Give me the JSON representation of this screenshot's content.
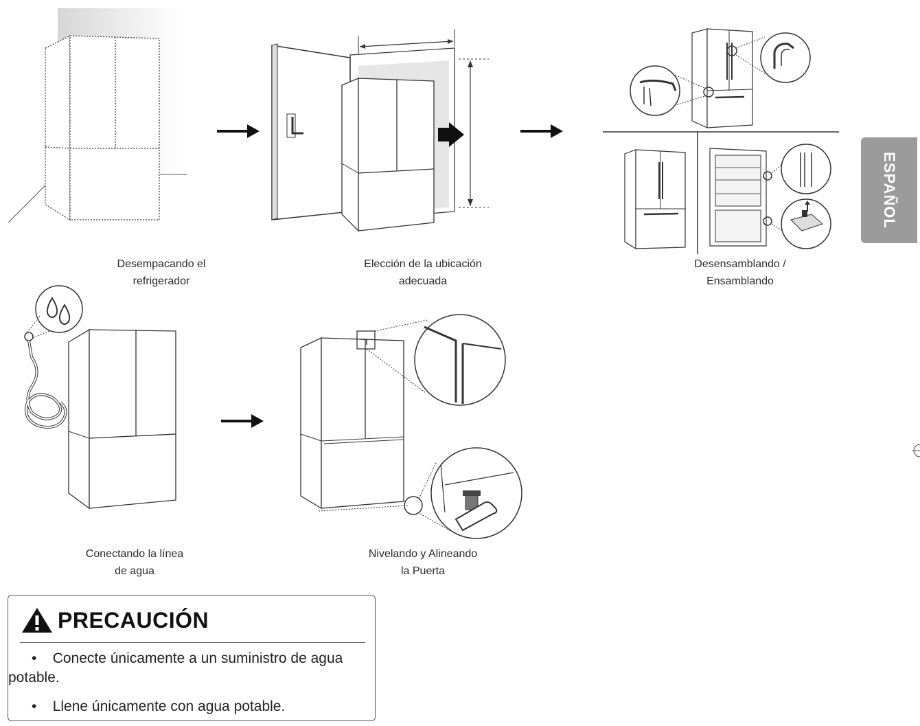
{
  "steps": [
    {
      "line1": "Desempacando el",
      "line2": "refrigerador"
    },
    {
      "line1": "Elección de la ubicación",
      "line2": "adecuada"
    },
    {
      "line1": "Desensamblando /",
      "line2": "Ensamblando"
    },
    {
      "line1": "Conectando la línea",
      "line2": "de agua"
    },
    {
      "line1": "Nivelando y Alineando",
      "line2": "la Puerta"
    }
  ],
  "language_tab": "ESPAÑOL",
  "caution": {
    "title": "PRECAUCIÓN",
    "items": [
      "Conecte únicamente a un suministro de agua potable.",
      "Llene únicamente con agua potable."
    ]
  },
  "icons": [
    "warning-triangle-icon",
    "water-drops-icon",
    "arrow-right-icon"
  ],
  "colors": {
    "tab_bg": "#9b9b9b",
    "line": "#222222"
  }
}
